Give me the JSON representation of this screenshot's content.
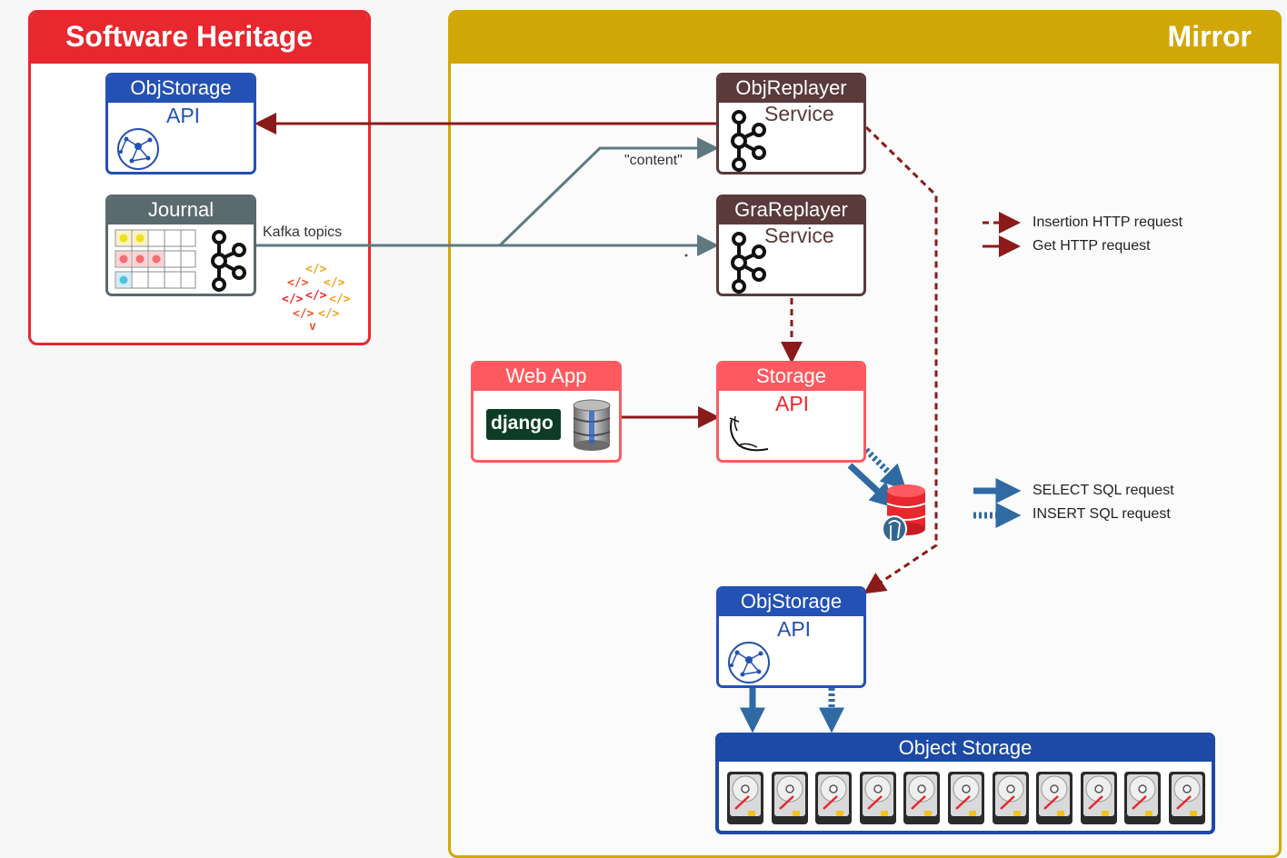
{
  "groups": {
    "software_heritage": {
      "title": "Software Heritage",
      "color": "#e8272e"
    },
    "mirror": {
      "title": "Mirror",
      "color": "#d1a707"
    }
  },
  "nodes": {
    "sh_objstorage": {
      "title": "ObjStorage",
      "subtitle": "API",
      "color": "#2451b4"
    },
    "journal": {
      "title": "Journal",
      "color": "#5a6a6e"
    },
    "objreplayer": {
      "title": "ObjReplayer",
      "subtitle": "Service",
      "color": "#5a3a3a"
    },
    "grareplayer": {
      "title": "GraReplayer",
      "subtitle": "Service",
      "color": "#5a3a3a"
    },
    "webapp": {
      "title": "Web App",
      "badge": "django",
      "color": "#ff5a5f"
    },
    "storage": {
      "title": "Storage",
      "subtitle": "API",
      "color": "#ff5a5f"
    },
    "mirror_objstorage": {
      "title": "ObjStorage",
      "subtitle": "API",
      "color": "#2451b4"
    },
    "object_storage": {
      "title": "Object Storage",
      "color": "#1c4aa6"
    }
  },
  "edge_labels": {
    "kafka": "Kafka topics",
    "content": "\"content\""
  },
  "legend": {
    "insertion_http": "Insertion HTTP request",
    "get_http": "Get HTTP request",
    "select_sql": "SELECT SQL request",
    "insert_sql": "INSERT SQL request"
  },
  "colors": {
    "http": "#8b1a1a",
    "kafka": "#5e7a80",
    "sql": "#2f6aa3"
  }
}
